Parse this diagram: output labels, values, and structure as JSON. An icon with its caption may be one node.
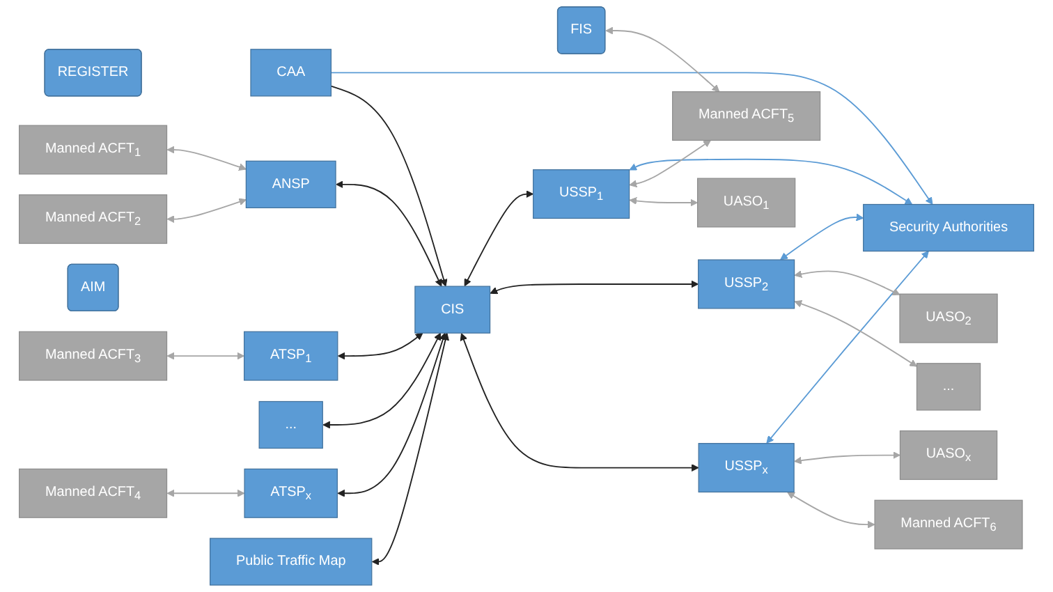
{
  "diagram": {
    "nodes": [
      {
        "text": [
          "REGISTER"
        ]
      },
      {
        "text": [
          "CAA"
        ]
      },
      {
        "text": [
          "Security Authorities"
        ]
      },
      {
        "text": [
          "Manned ACFT$_{1}$"
        ]
      },
      {
        "text": [
          "Manned ACFT$_{2}$"
        ]
      },
      {
        "text": [
          "AIM"
        ]
      },
      {
        "text": [
          "FIS"
        ]
      },
      {
        "text": [
          "ANSP"
        ]
      },
      {
        "text": [
          "CIS"
        ]
      },
      {
        "text": [
          "Manned ACFT$_{5}$"
        ]
      },
      {
        "text": [
          "USSP$_{1}$"
        ]
      },
      {
        "text": [
          "UASO$_{1}$"
        ]
      },
      {
        "text": [
          "Manned ACFT$_{3}$"
        ]
      },
      {
        "text": [
          "ATSP$_{1}$"
        ]
      },
      {
        "text": [
          "..."
        ]
      },
      {
        "text": [
          "USSP$_{2}$"
        ]
      },
      {
        "text": [
          "UASO$_{2}$"
        ]
      },
      {
        "text": [
          "..."
        ]
      },
      {
        "text": [
          "Manned ACFT$_{4}$"
        ]
      },
      {
        "text": [
          "ATSP$_{x}$"
        ]
      },
      {
        "text": [
          "USSP$_{x}$"
        ]
      },
      {
        "text": [
          "UASO$_{x}$"
        ]
      },
      {
        "text": [
          "Manned ACFT$_{6}$"
        ]
      },
      {
        "text": [
          "Public Traffic Map"
        ]
      }
    ],
    "edges": [
      {
        "from": 1,
        "to": 2,
        "arrow": "to",
        "color": "#5b9bd5"
      },
      {
        "from": 1,
        "to": 8,
        "arrow": "to",
        "color": "#222222"
      },
      {
        "from": 3,
        "to": 7,
        "arrow": "both"
      },
      {
        "from": 4,
        "to": 7,
        "arrow": "both"
      },
      {
        "from": 6,
        "to": 9,
        "arrow": "both"
      },
      {
        "from": 7,
        "to": 8,
        "arrow": "both",
        "color": "#222222"
      },
      {
        "from": 13,
        "to": 8,
        "arrow": "both",
        "color": "#222222"
      },
      {
        "from": 14,
        "to": 8,
        "arrow": "both",
        "color": "#222222"
      },
      {
        "from": 19,
        "to": 8,
        "arrow": "both",
        "color": "#222222"
      },
      {
        "from": 8,
        "to": 10,
        "arrow": "both",
        "color": "#222222"
      },
      {
        "from": 8,
        "to": 15,
        "arrow": "both",
        "color": "#222222"
      },
      {
        "from": 8,
        "to": 20,
        "arrow": "both",
        "color": "#222222"
      },
      {
        "from": 23,
        "to": 8,
        "arrow": "both",
        "color": "#222222"
      },
      {
        "from": 10,
        "to": 2,
        "arrow": "both",
        "color": "#5b9bd5"
      },
      {
        "from": 15,
        "to": 2,
        "arrow": "both",
        "color": "#5b9bd5"
      },
      {
        "from": 20,
        "to": 2,
        "arrow": "both",
        "color": "#5b9bd5"
      },
      {
        "from": 10,
        "to": 9,
        "arrow": "both"
      },
      {
        "from": 10,
        "to": 11,
        "arrow": "both"
      },
      {
        "from": 15,
        "to": 16,
        "arrow": "both"
      },
      {
        "from": 15,
        "to": 17,
        "arrow": "both"
      },
      {
        "from": 20,
        "to": 21,
        "arrow": "both"
      },
      {
        "from": 20,
        "to": 22,
        "arrow": "both"
      },
      {
        "from": 12,
        "to": 13,
        "arrow": "both"
      },
      {
        "from": 18,
        "to": 19,
        "arrow": "both"
      }
    ]
  }
}
